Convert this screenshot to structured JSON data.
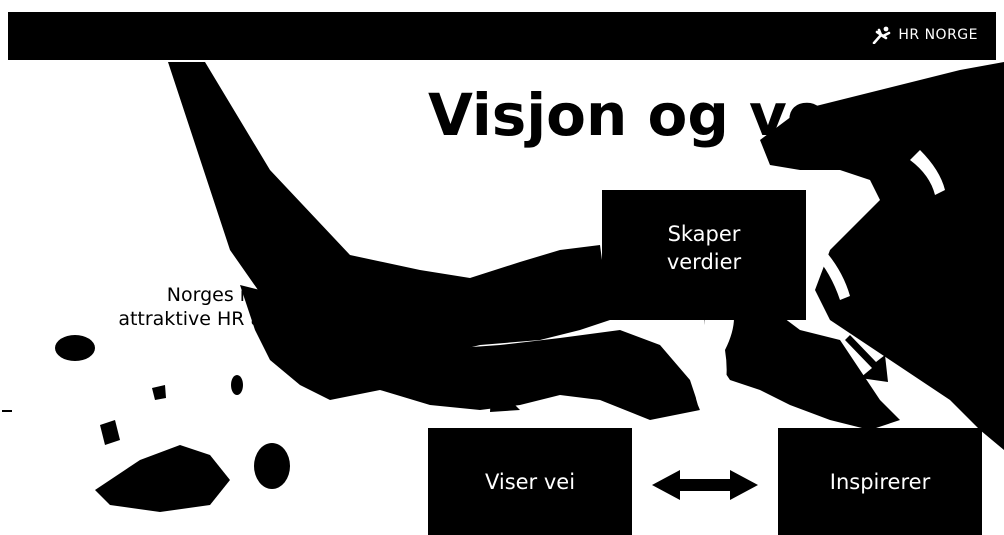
{
  "header": {
    "brand": "HR NORGE",
    "brand_icon": "hr-norge-logo-icon",
    "background": "#000000",
    "text_color": "#ffffff"
  },
  "slide": {
    "title": "Visjon og verdi",
    "vision_text": {
      "line1": "Norges me",
      "line2": "attraktive HR ar"
    },
    "values": {
      "top": {
        "line1": "Skaper",
        "line2": "verdier"
      },
      "left": "Viser vei",
      "right": "Inspirerer"
    },
    "connector_icons": [
      "arrow-down-left-icon",
      "arrow-down-right-icon",
      "double-arrow-icon"
    ],
    "colors": {
      "box": "#000000",
      "box_text": "#ffffff",
      "background": "#ffffff"
    }
  }
}
